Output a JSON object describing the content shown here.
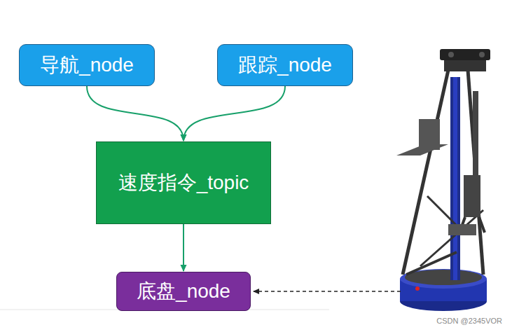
{
  "diagram": {
    "nodes": [
      {
        "text": [
          "导航_node"
        ]
      },
      {
        "text": [
          "跟踪_node"
        ]
      },
      {
        "text": [
          "速度指令_topic"
        ]
      },
      {
        "text": [
          "底盘_node"
        ]
      }
    ],
    "edges": [
      {
        "from": 0,
        "to": 2,
        "arrow": "to"
      },
      {
        "from": 1,
        "to": 2,
        "arrow": "to"
      },
      {
        "from": 2,
        "to": 3,
        "arrow": "to"
      }
    ],
    "labels": [
      "CSDN @2345VOR"
    ]
  }
}
